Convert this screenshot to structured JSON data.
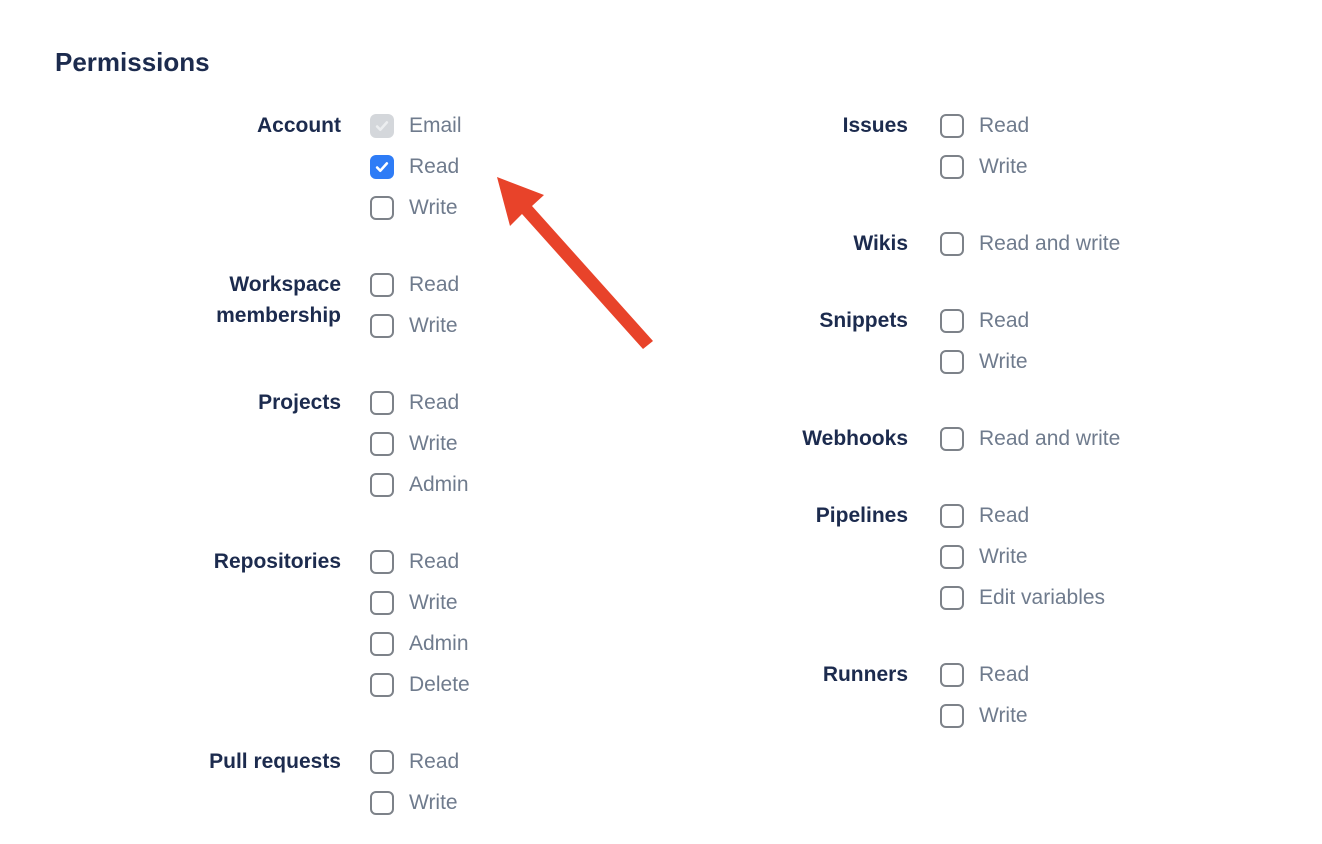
{
  "permissions": {
    "heading": "Permissions",
    "columns": [
      {
        "groups": [
          {
            "label": "Account",
            "options": [
              {
                "label": "Email",
                "state": "checked-disabled"
              },
              {
                "label": "Read",
                "state": "checked"
              },
              {
                "label": "Write",
                "state": "unchecked"
              }
            ]
          },
          {
            "label": "Workspace membership",
            "options": [
              {
                "label": "Read",
                "state": "unchecked"
              },
              {
                "label": "Write",
                "state": "unchecked"
              }
            ]
          },
          {
            "label": "Projects",
            "options": [
              {
                "label": "Read",
                "state": "unchecked"
              },
              {
                "label": "Write",
                "state": "unchecked"
              },
              {
                "label": "Admin",
                "state": "unchecked"
              }
            ]
          },
          {
            "label": "Repositories",
            "options": [
              {
                "label": "Read",
                "state": "unchecked"
              },
              {
                "label": "Write",
                "state": "unchecked"
              },
              {
                "label": "Admin",
                "state": "unchecked"
              },
              {
                "label": "Delete",
                "state": "unchecked"
              }
            ]
          },
          {
            "label": "Pull requests",
            "options": [
              {
                "label": "Read",
                "state": "unchecked"
              },
              {
                "label": "Write",
                "state": "unchecked"
              }
            ]
          }
        ]
      },
      {
        "groups": [
          {
            "label": "Issues",
            "options": [
              {
                "label": "Read",
                "state": "unchecked"
              },
              {
                "label": "Write",
                "state": "unchecked"
              }
            ]
          },
          {
            "label": "Wikis",
            "options": [
              {
                "label": "Read and write",
                "state": "unchecked"
              }
            ]
          },
          {
            "label": "Snippets",
            "options": [
              {
                "label": "Read",
                "state": "unchecked"
              },
              {
                "label": "Write",
                "state": "unchecked"
              }
            ]
          },
          {
            "label": "Webhooks",
            "options": [
              {
                "label": "Read and write",
                "state": "unchecked"
              }
            ]
          },
          {
            "label": "Pipelines",
            "options": [
              {
                "label": "Read",
                "state": "unchecked"
              },
              {
                "label": "Write",
                "state": "unchecked"
              },
              {
                "label": "Edit variables",
                "state": "unchecked"
              }
            ]
          },
          {
            "label": "Runners",
            "options": [
              {
                "label": "Read",
                "state": "unchecked"
              },
              {
                "label": "Write",
                "state": "unchecked"
              }
            ]
          }
        ]
      }
    ]
  },
  "annotation": {
    "arrow_color": "#e8432a",
    "arrow_target": "Account Read checkbox"
  },
  "colors": {
    "heading_text": "#1c2b4e",
    "group_label_text": "#1c2b4e",
    "option_text": "#6f7b8d",
    "checkbox_border": "#7d8289",
    "checkbox_checked_fill": "#2e7cf6",
    "checkbox_disabled_fill": "#d4d7db",
    "background": "#ffffff"
  }
}
